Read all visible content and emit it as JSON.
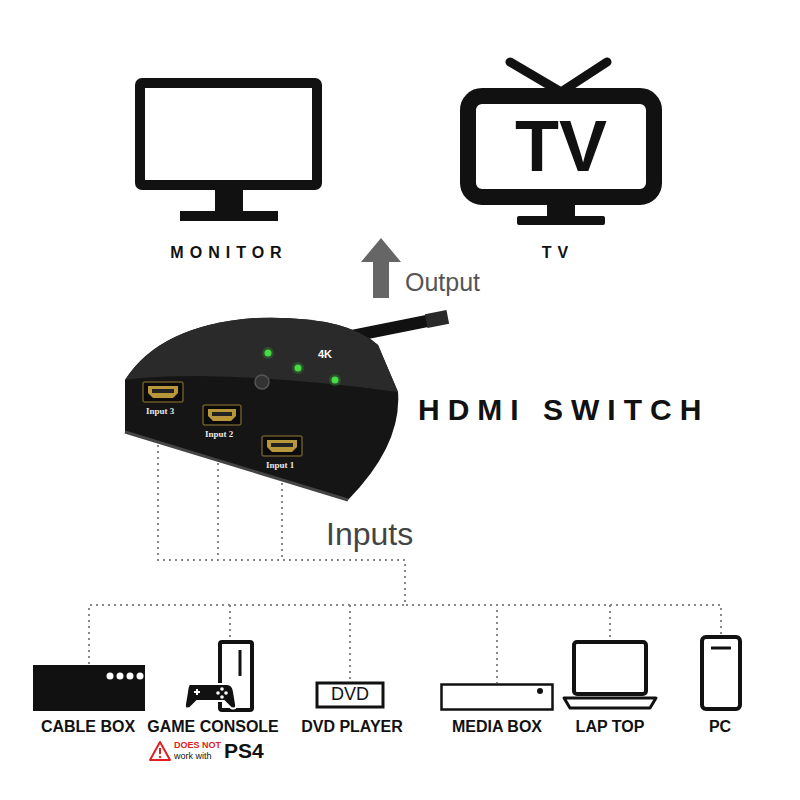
{
  "diagram": {
    "nodes": [
      {
        "text": [
          "MONITOR"
        ]
      },
      {
        "text": [
          "TV",
          "TV"
        ]
      },
      {
        "text": [
          "HDMI SWITCH"
        ]
      },
      {
        "text": [
          "CABLE BOX"
        ]
      },
      {
        "text": [
          "GAME CONSOLE"
        ]
      },
      {
        "text": [
          "DVD",
          "DVD PLAYER"
        ]
      },
      {
        "text": [
          "MEDIA BOX"
        ]
      },
      {
        "text": [
          "LAP TOP"
        ]
      },
      {
        "text": [
          "PC"
        ]
      }
    ],
    "edges": [
      {
        "from": 3,
        "to": 2,
        "arrow": "none"
      },
      {
        "from": 4,
        "to": 2,
        "arrow": "none"
      },
      {
        "from": 5,
        "to": 2,
        "arrow": "none"
      },
      {
        "from": 6,
        "to": 2,
        "arrow": "none"
      },
      {
        "from": 7,
        "to": 2,
        "arrow": "none"
      },
      {
        "from": 8,
        "to": 2,
        "arrow": "none"
      }
    ],
    "labels": [
      "Output",
      "Inputs",
      "Input 3",
      "Input 2",
      "Input 1",
      "4K",
      "DOES NOT",
      "work with",
      "PS4"
    ]
  }
}
